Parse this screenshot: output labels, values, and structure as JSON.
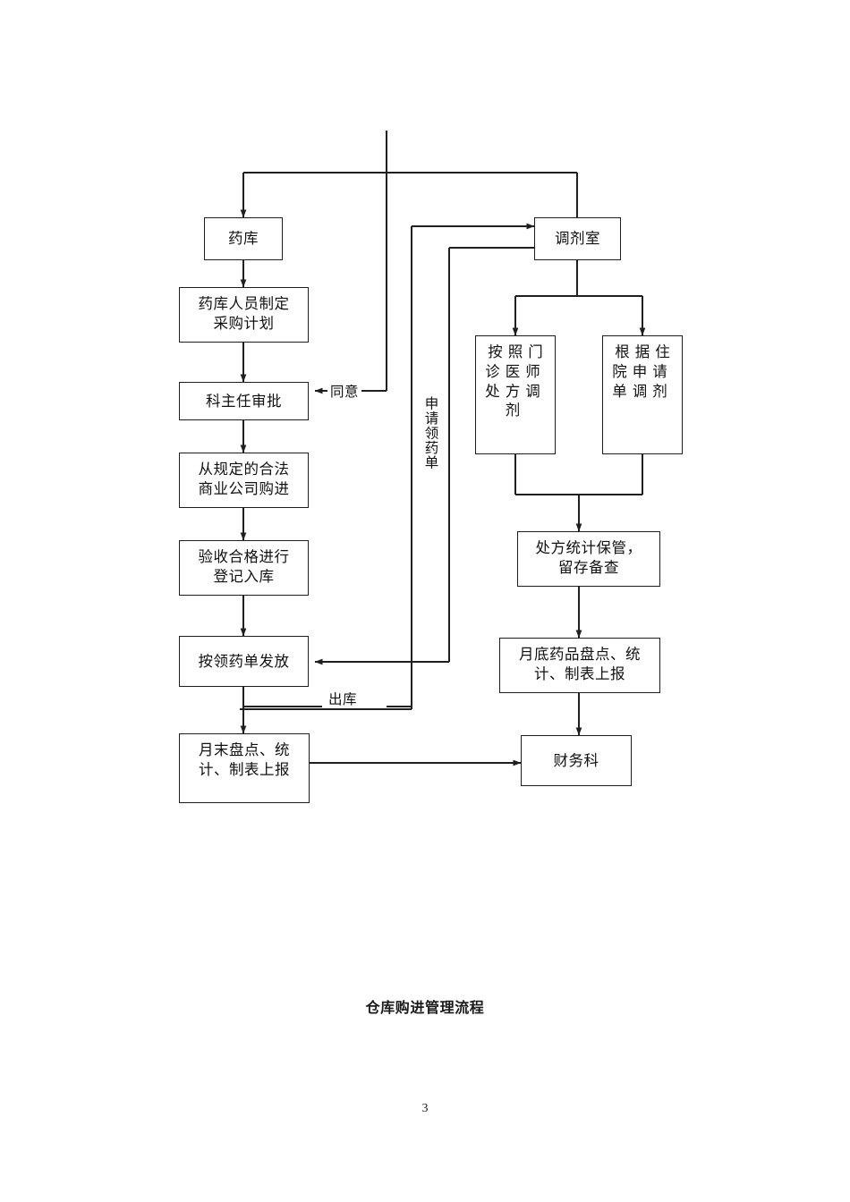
{
  "document": {
    "title": "仓库购进管理流程",
    "page_number": "3"
  },
  "diagram": {
    "type": "flowchart",
    "nodes": [
      {
        "id": "yaoku",
        "label": "药库"
      },
      {
        "id": "tiaojishi",
        "label": "调剂室"
      },
      {
        "id": "zhiding-jihua",
        "label": "药库人员制定\n采购计划"
      },
      {
        "id": "kezhuren-shenpi",
        "label": "科主任审批"
      },
      {
        "id": "hefa-gougjin",
        "label": "从规定的合法\n商业公司购进"
      },
      {
        "id": "yanshou-ruku",
        "label": "验收合格进行\n登记入库"
      },
      {
        "id": "lingyao-fafang",
        "label": "按领药单发放"
      },
      {
        "id": "yuemo-pandian",
        "label": "月末盘点、统\n计、制表上报"
      },
      {
        "id": "menzhen-tiaoji",
        "label": "按照门\n诊医师\n处方调\n剂"
      },
      {
        "id": "zhuyuan-tiaoji",
        "label": "根据住\n院申请\n单调剂"
      },
      {
        "id": "chufang-baoguan",
        "label": "处方统计保管，\n留存备查"
      },
      {
        "id": "yuedi-pandian",
        "label": "月底药品盘点、统\n计、制表上报"
      },
      {
        "id": "caiwuke",
        "label": "财务科"
      }
    ],
    "edge_labels": [
      {
        "id": "tongyi",
        "label": "同意"
      },
      {
        "id": "chuku",
        "label": "出库"
      },
      {
        "id": "shenqing-lingyao",
        "label": "申请领药单"
      }
    ]
  },
  "colors": {
    "line": "#1f1f1f",
    "box_border": "#1f1f1f",
    "background": "#ffffff",
    "text": "#111111"
  }
}
